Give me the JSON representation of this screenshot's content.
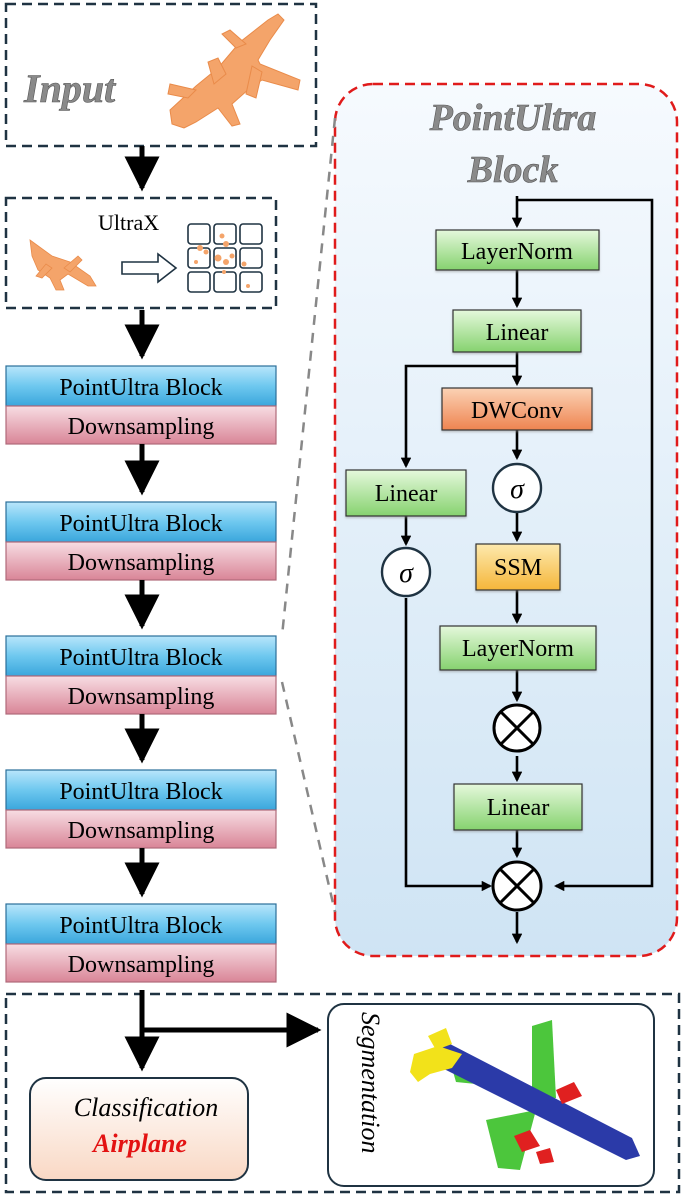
{
  "input": {
    "label": "Input"
  },
  "ultrax": {
    "label": "UltraX"
  },
  "stages": [
    {
      "block": "PointUltra Block",
      "down": "Downsampling"
    },
    {
      "block": "PointUltra Block",
      "down": "Downsampling"
    },
    {
      "block": "PointUltra Block",
      "down": "Downsampling"
    },
    {
      "block": "PointUltra Block",
      "down": "Downsampling"
    },
    {
      "block": "PointUltra Block",
      "down": "Downsampling"
    }
  ],
  "detail": {
    "title_line1": "PointUltra",
    "title_line2": "Block",
    "layernorm_top": "LayerNorm",
    "linear_top": "Linear",
    "dwconv": "DWConv",
    "sigma_right": "σ",
    "ssm": "SSM",
    "layernorm_bottom": "LayerNorm",
    "linear_bottom": "Linear",
    "linear_left": "Linear",
    "sigma_left": "σ"
  },
  "output": {
    "classification_label": "Classification",
    "classification_result": "Airplane",
    "segmentation_label": "Segmentation"
  },
  "colors": {
    "block_blue": "#5bbce8",
    "down_pink": "#d98a9a",
    "green_box": "#9fdb8e",
    "dwconv": "#f2905f",
    "ssm": "#f7c24a",
    "dashed_red": "#e01b1b",
    "dark_dash": "#1f3342",
    "plane_orange": "#f4a46a",
    "seg_blue": "#2b3aa8",
    "seg_green": "#4cc63c",
    "seg_red": "#e02020",
    "seg_yellow": "#f2e21a",
    "airplane_red": "#e31212"
  }
}
